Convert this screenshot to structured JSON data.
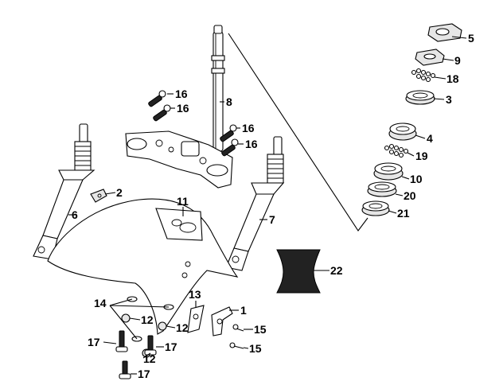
{
  "diagram": {
    "labels": {
      "p1": "1",
      "p2": "2",
      "p3": "3",
      "p4": "4",
      "p5": "5",
      "p6": "6",
      "p7": "7",
      "p8": "8",
      "p9": "9",
      "p10": "10",
      "p11": "11",
      "p12a": "12",
      "p12b": "12",
      "p12c": "12",
      "p13": "13",
      "p14": "14",
      "p15a": "15",
      "p15b": "15",
      "p16a": "16",
      "p16b": "16",
      "p16c": "16",
      "p16d": "16",
      "p17a": "17",
      "p17b": "17",
      "p17c": "17",
      "p18": "18",
      "p19": "19",
      "p20": "20",
      "p21": "21",
      "p22": "22"
    }
  }
}
